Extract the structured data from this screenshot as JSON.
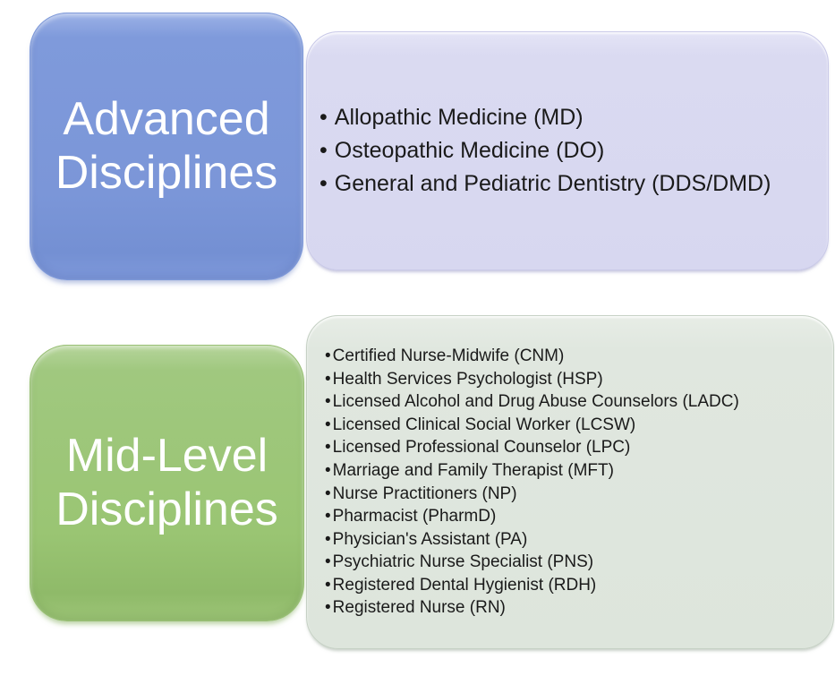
{
  "bullet": "•",
  "colors": {
    "advanced_title_bg": "#7b96d8",
    "advanced_list_bg": "#d7d7f0",
    "midlevel_title_bg": "#9ac573",
    "midlevel_list_bg": "#dfe6de",
    "title_text": "#ffffff",
    "list_text": "#1a1a1a",
    "background": "#ffffff"
  },
  "sections": [
    {
      "title": "Advanced Disciplines",
      "items": [
        "Allopathic Medicine (MD)",
        "Osteopathic Medicine (DO)",
        "General and Pediatric Dentistry (DDS/DMD)"
      ]
    },
    {
      "title": "Mid-Level Disciplines",
      "items": [
        "Certified Nurse-Midwife (CNM)",
        "Health Services Psychologist (HSP)",
        "Licensed Alcohol and Drug Abuse Counselors (LADC)",
        "Licensed Clinical Social Worker (LCSW)",
        "Licensed Professional Counselor (LPC)",
        "Marriage and Family Therapist (MFT)",
        "Nurse Practitioners (NP)",
        "Pharmacist (PharmD)",
        "Physician's Assistant (PA)",
        "Psychiatric Nurse Specialist (PNS)",
        "Registered Dental Hygienist (RDH)",
        "Registered Nurse (RN)"
      ]
    }
  ]
}
